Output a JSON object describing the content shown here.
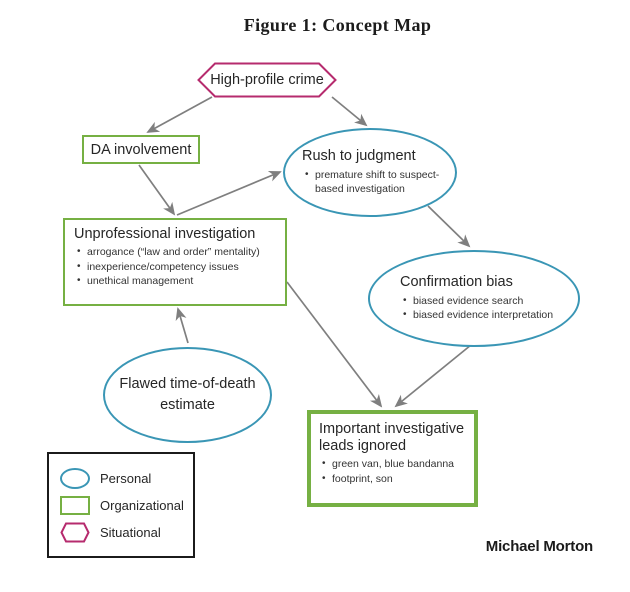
{
  "title": "Figure 1: Concept Map",
  "author": "Michael Morton",
  "colors": {
    "personal_blue": "#3A96B5",
    "organizational_green": "#76B043",
    "situational_pink": "#B62B6E",
    "arrow_gray": "#7F7F7F",
    "legend_border_black": "#1B1B1B"
  },
  "nodes": {
    "high_profile_crime": {
      "label": "High-profile crime",
      "category": "situational",
      "shape": "hexagon"
    },
    "da_involvement": {
      "label": "DA involvement",
      "category": "organizational",
      "shape": "rectangle"
    },
    "rush_to_judgment": {
      "label": "Rush to judgment",
      "category": "personal",
      "shape": "ellipse",
      "bullets": [
        "premature shift to suspect-based investigation"
      ]
    },
    "unprofessional_investigation": {
      "label": "Unprofessional investigation",
      "category": "organizational",
      "shape": "rectangle",
      "bullets": [
        "arrogance (“law and order” mentality)",
        "inexperience/competency issues",
        "unethical management"
      ]
    },
    "confirmation_bias": {
      "label": "Confirmation bias",
      "category": "personal",
      "shape": "ellipse",
      "bullets": [
        "biased evidence search",
        "biased evidence interpretation"
      ]
    },
    "flawed_time_of_death": {
      "label": "Flawed time-of-death estimate",
      "category": "personal",
      "shape": "ellipse"
    },
    "important_leads_ignored": {
      "label": "Important investigative leads ignored",
      "category": "organizational",
      "shape": "rectangle",
      "bullets": [
        "green van, blue bandanna",
        "footprint, son"
      ]
    }
  },
  "edges": [
    {
      "from": "high_profile_crime",
      "to": "da_involvement"
    },
    {
      "from": "high_profile_crime",
      "to": "rush_to_judgment"
    },
    {
      "from": "da_involvement",
      "to": "unprofessional_investigation"
    },
    {
      "from": "unprofessional_investigation",
      "to": "rush_to_judgment"
    },
    {
      "from": "rush_to_judgment",
      "to": "confirmation_bias"
    },
    {
      "from": "unprofessional_investigation",
      "to": "important_leads_ignored"
    },
    {
      "from": "confirmation_bias",
      "to": "important_leads_ignored"
    },
    {
      "from": "flawed_time_of_death",
      "to": "unprofessional_investigation"
    }
  ],
  "legend": {
    "items": [
      {
        "shape": "ellipse",
        "label": "Personal"
      },
      {
        "shape": "rectangle",
        "label": "Organizational"
      },
      {
        "shape": "hexagon",
        "label": "Situational"
      }
    ]
  }
}
